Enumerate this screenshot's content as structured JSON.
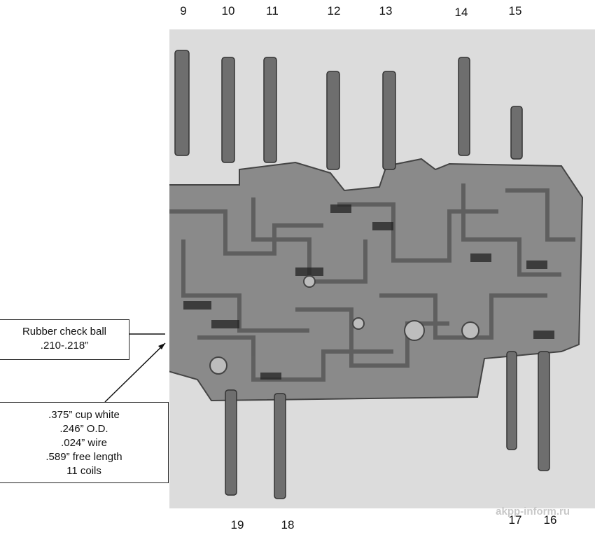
{
  "labels": {
    "top_numbers": [
      "9",
      "10",
      "11",
      "12",
      "13",
      "14",
      "15"
    ],
    "bottom_numbers": [
      "19",
      "18",
      "17",
      "16"
    ]
  },
  "callouts": {
    "check_ball": {
      "line1": "Rubber check ball",
      "line2": ".210-.218”"
    },
    "spring": {
      "line1": ".375” cup white",
      "line2": ".246” O.D.",
      "line3": ".024” wire",
      "line4": ".589” free length",
      "line5": "11 coils"
    }
  },
  "watermark": "akpp-inform.ru"
}
